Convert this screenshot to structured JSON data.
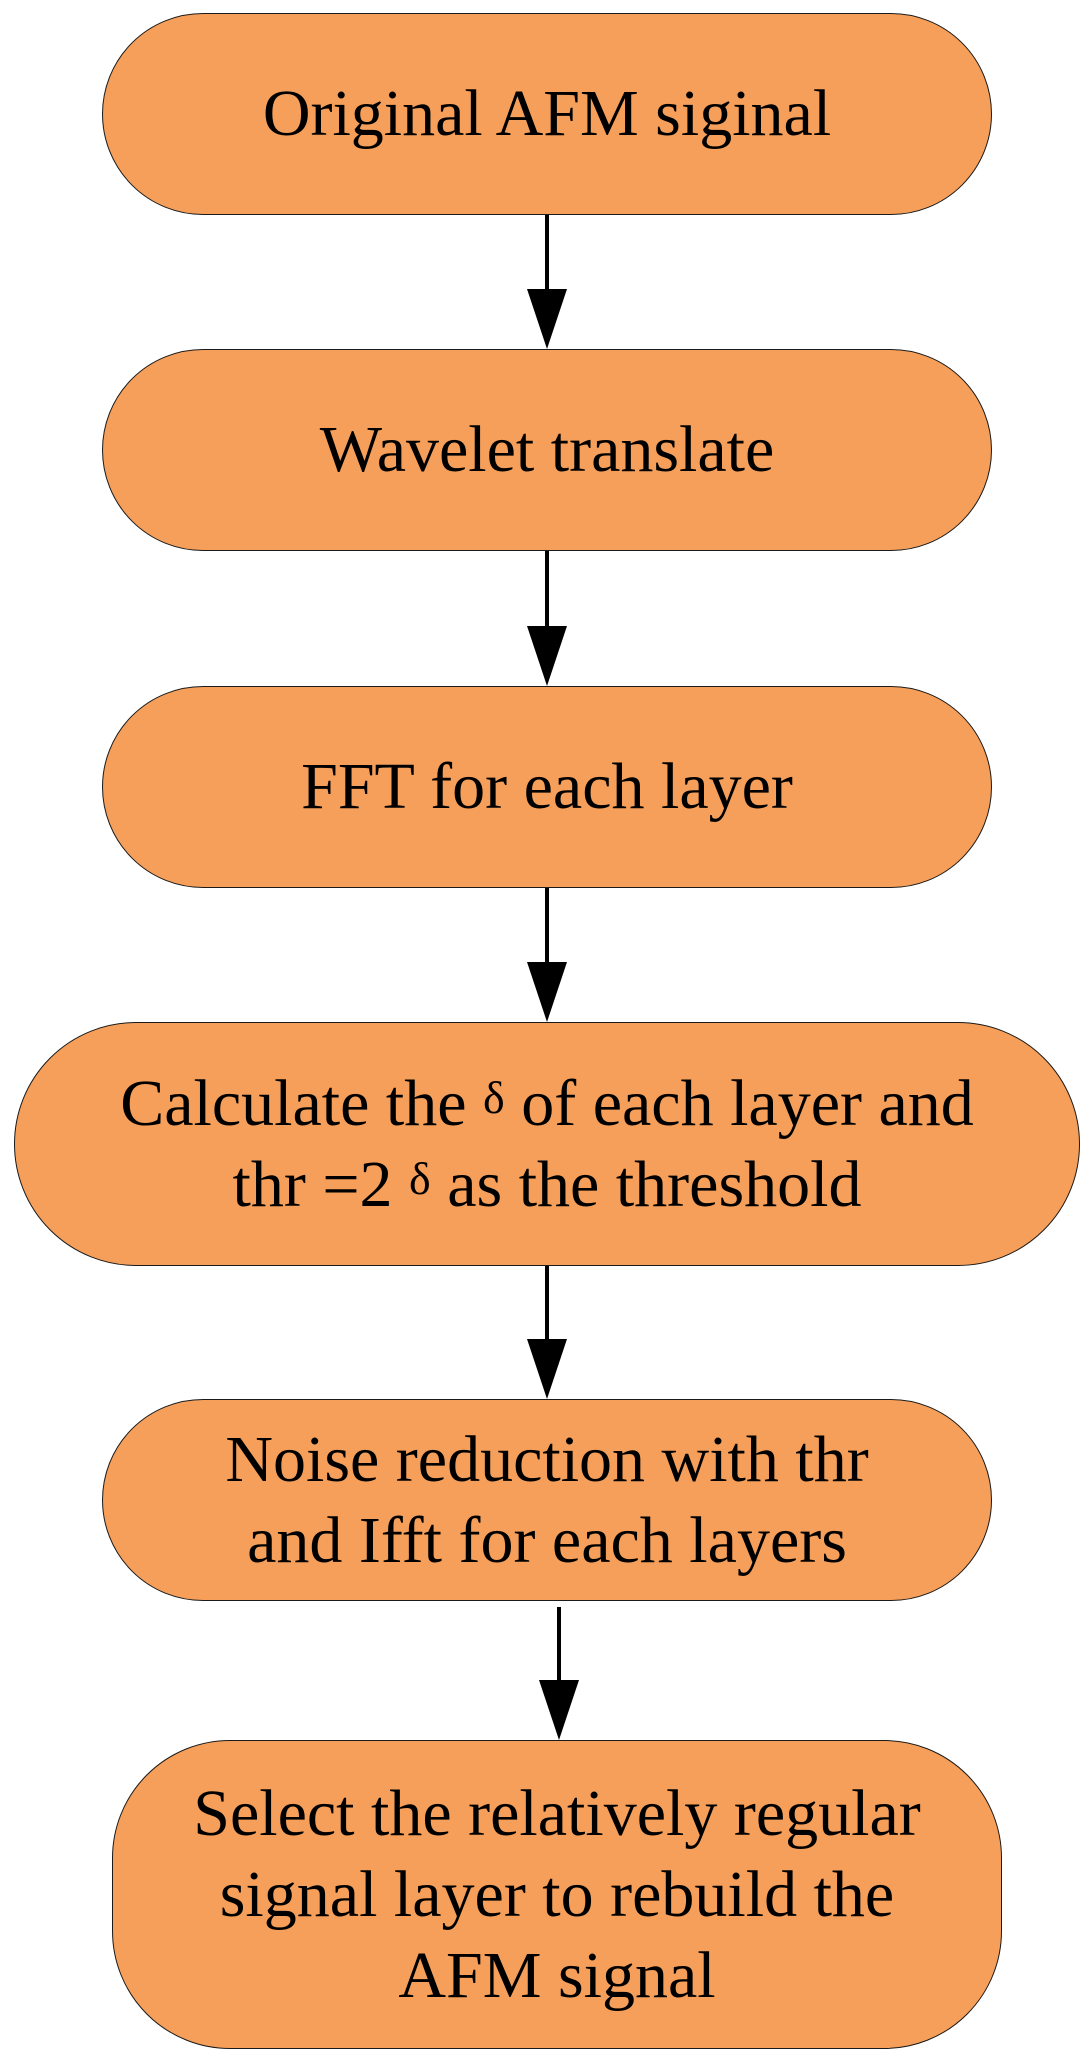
{
  "diagram": {
    "steps": [
      {
        "lines": [
          "Original AFM siginal"
        ]
      },
      {
        "lines": [
          "Wavelet translate"
        ]
      },
      {
        "lines": [
          "FFT for each layer"
        ]
      },
      {
        "line1": {
          "pre": "Calculate the ",
          "symbol": "δ",
          "post": " of each layer and"
        },
        "line2": {
          "pre": "thr =2 ",
          "symbol": "δ",
          "post": " as the threshold"
        }
      },
      {
        "lines": [
          "Noise reduction with thr",
          "and Ifft for each layers"
        ]
      },
      {
        "lines": [
          "Select the relatively regular",
          "signal layer to rebuild the",
          "AFM signal"
        ]
      }
    ]
  },
  "colors": {
    "box_fill": "#f59f5a",
    "box_border": "#1a1a1a",
    "arrow": "#000000",
    "text": "#000000"
  }
}
